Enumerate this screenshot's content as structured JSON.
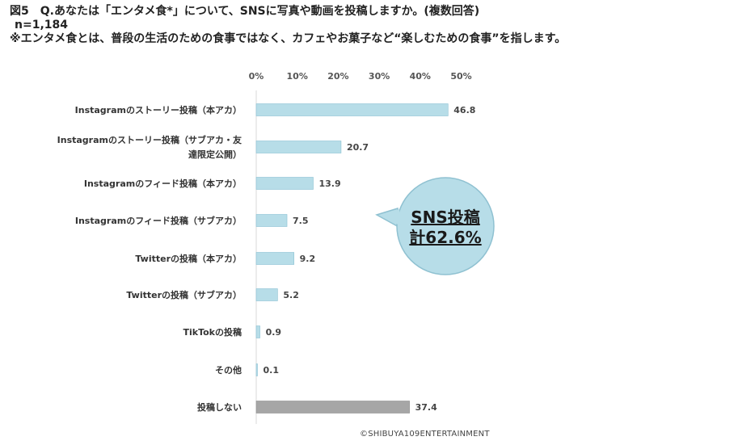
{
  "header": {
    "title": "図5　Q.あなたは「エンタメ食*」について、SNSに写真や動画を投稿しますか。(複数回答)",
    "sample": "n=1,184",
    "note": "※エンタメ食とは、普段の生活のための食事ではなく、カフェやお菓子など“楽しむための食事”を指します。"
  },
  "callout": {
    "line1": "SNS投稿",
    "line2": "計62.6%"
  },
  "footer": {
    "copyright": "©SHIBUYA109ENTERTAINMENT"
  },
  "colors": {
    "bar": "#b7dde8",
    "bar_border": "#8ac0d2",
    "bar_none": "#a6a6a6",
    "callout_fill": "#b7dde8",
    "callout_border": "#8fc1d1"
  },
  "chart_data": {
    "type": "bar",
    "orientation": "horizontal",
    "unit": "%",
    "xlim": [
      0,
      50
    ],
    "xticks": [
      "0%",
      "10%",
      "20%",
      "30%",
      "40%",
      "50%"
    ],
    "xtick_values": [
      0,
      10,
      20,
      30,
      40,
      50
    ],
    "categories": [
      [
        "Instagramのストーリー投稿（本アカ）"
      ],
      [
        "Instagramのストーリー投稿（サブアカ・友",
        "達限定公開）"
      ],
      [
        "Instagramのフィード投稿（本アカ）"
      ],
      [
        "Instagramのフィード投稿（サブアカ）"
      ],
      [
        "Twitterの投稿（本アカ）"
      ],
      [
        "Twitterの投稿（サブアカ）"
      ],
      [
        "TikTokの投稿"
      ],
      [
        "その他"
      ],
      [
        "投稿しない"
      ]
    ],
    "values": [
      46.8,
      20.7,
      13.9,
      7.5,
      9.2,
      5.2,
      0.9,
      0.1,
      37.4
    ],
    "value_labels": [
      "46.8",
      "20.7",
      "13.9",
      "7.5",
      "9.2",
      "5.2",
      "0.9",
      "0.1",
      "37.4"
    ],
    "highlight_gray_index": 8
  }
}
